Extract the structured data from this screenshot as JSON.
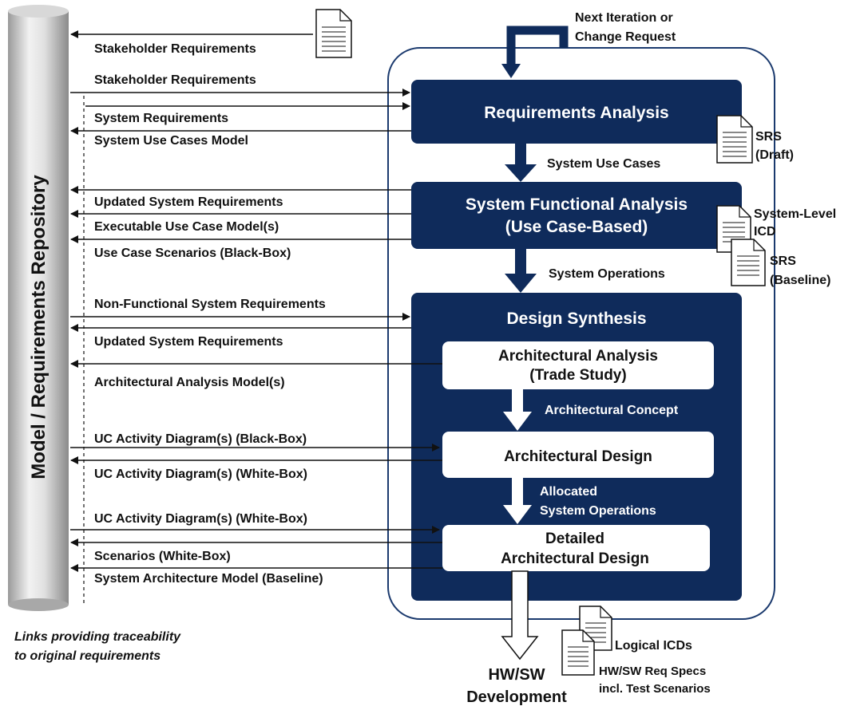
{
  "repository": {
    "label": "Model / Requirements Repository"
  },
  "next_iteration": {
    "line1": "Next Iteration or",
    "line2": "Change Request"
  },
  "left_labels": [
    "Stakeholder Requirements",
    "Stakeholder Requirements",
    "System Requirements",
    "System Use Cases Model",
    "Updated System Requirements",
    "Executable Use Case Model(s)",
    "Use Case Scenarios (Black-Box)",
    "Non-Functional System Requirements",
    "Updated System Requirements",
    "Architectural Analysis Model(s)",
    "UC Activity Diagram(s) (Black-Box)",
    "UC Activity Diagram(s) (White-Box)",
    "UC Activity Diagram(s) (White-Box)",
    "Scenarios (White-Box)",
    "System Architecture Model (Baseline)"
  ],
  "phases": {
    "requirements_analysis": "Requirements Analysis",
    "system_functional_analysis_line1": "System Functional Analysis",
    "system_functional_analysis_line2": "(Use Case-Based)",
    "design_synthesis": "Design Synthesis"
  },
  "inner_boxes": {
    "architectural_analysis_line1": "Architectural Analysis",
    "architectural_analysis_line2": "(Trade Study)",
    "architectural_design": "Architectural Design",
    "detailed_design_line1": "Detailed",
    "detailed_design_line2": "Architectural Design"
  },
  "flow_labels": {
    "system_use_cases": "System Use Cases",
    "system_operations": "System Operations",
    "architectural_concept": "Architectural Concept",
    "allocated_line1": "Allocated",
    "allocated_line2": "System Operations"
  },
  "documents": {
    "srs_draft_line1": "SRS",
    "srs_draft_line2": "(Draft)",
    "icd_line1": "System-Level",
    "icd_line2": "ICD",
    "srs_baseline_line1": "SRS",
    "srs_baseline_line2": "(Baseline)",
    "logical_icds": "Logical ICDs",
    "hwsw_spec_line1": "HW/SW Req Specs",
    "hwsw_spec_line2": "incl. Test Scenarios"
  },
  "output": {
    "line1": "HW/SW",
    "line2": "Development"
  },
  "traceability": {
    "line1": "Links providing traceability",
    "line2": "to original requirements"
  },
  "colors": {
    "navy": "#0f2b5b",
    "outline": "#1b3a6e",
    "repo_light": "#e8e8e8",
    "repo_dark": "#8c8c8c"
  }
}
